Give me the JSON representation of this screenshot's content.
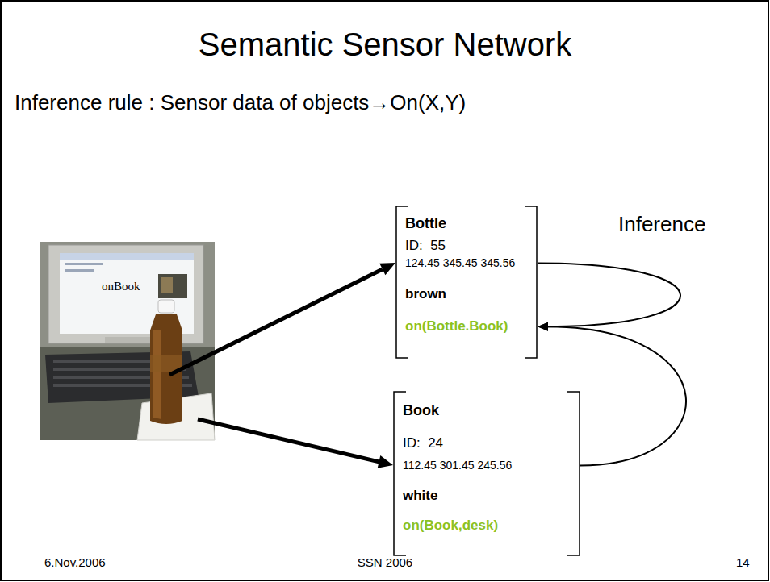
{
  "diagram": {
    "title": "Semantic Sensor Network",
    "nodes": [
      {
        "text": [
          "Bottle",
          "ID:  55",
          "124.45 345.45 345.56",
          "brown",
          "on(Bottle.Book)"
        ]
      },
      {
        "text": [
          "Book",
          "ID:  24",
          "112.45 301.45 245.56",
          "white",
          "on(Book,desk)"
        ]
      }
    ],
    "edges": [
      {
        "from": 1,
        "to": 0,
        "arrow": "to"
      }
    ],
    "labels": [
      "Inference rule : Sensor data of objects→On(X,Y)",
      "Inference",
      "onBook",
      "6.Nov.2006",
      "SSN 2006",
      "14"
    ]
  }
}
